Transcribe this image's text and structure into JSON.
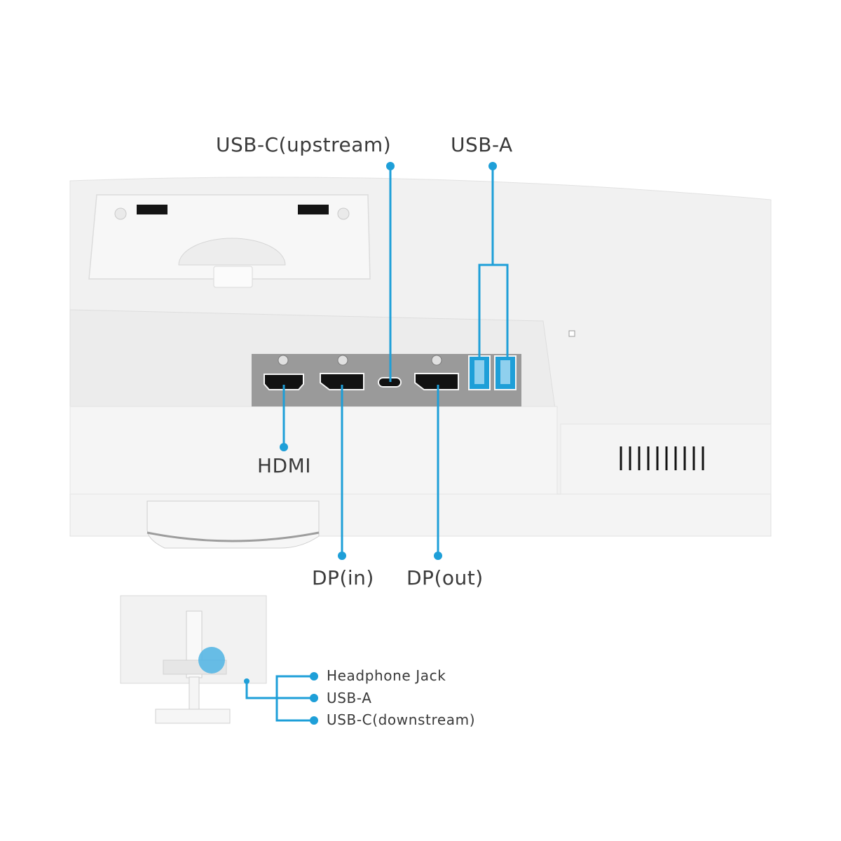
{
  "colors": {
    "accent": "#1e9fd8",
    "monitor_body": "#f1f1f1",
    "panel": "#9a9a9a",
    "text": "#3a3a3a"
  },
  "main_labels": {
    "usb_c_upstream": "USB-C(upstream)",
    "usb_a": "USB-A",
    "hdmi": "HDMI",
    "dp_in": "DP(in)",
    "dp_out": "DP(out)"
  },
  "side_labels": {
    "headphone_jack": "Headphone Jack",
    "usb_a": "USB-A",
    "usb_c_downstream": "USB-C(downstream)"
  },
  "icons": [
    "screw-icon",
    "hdmi-port-icon",
    "displayport-icon",
    "usb-c-port-icon",
    "usb-a-port-icon",
    "vent-icon"
  ]
}
